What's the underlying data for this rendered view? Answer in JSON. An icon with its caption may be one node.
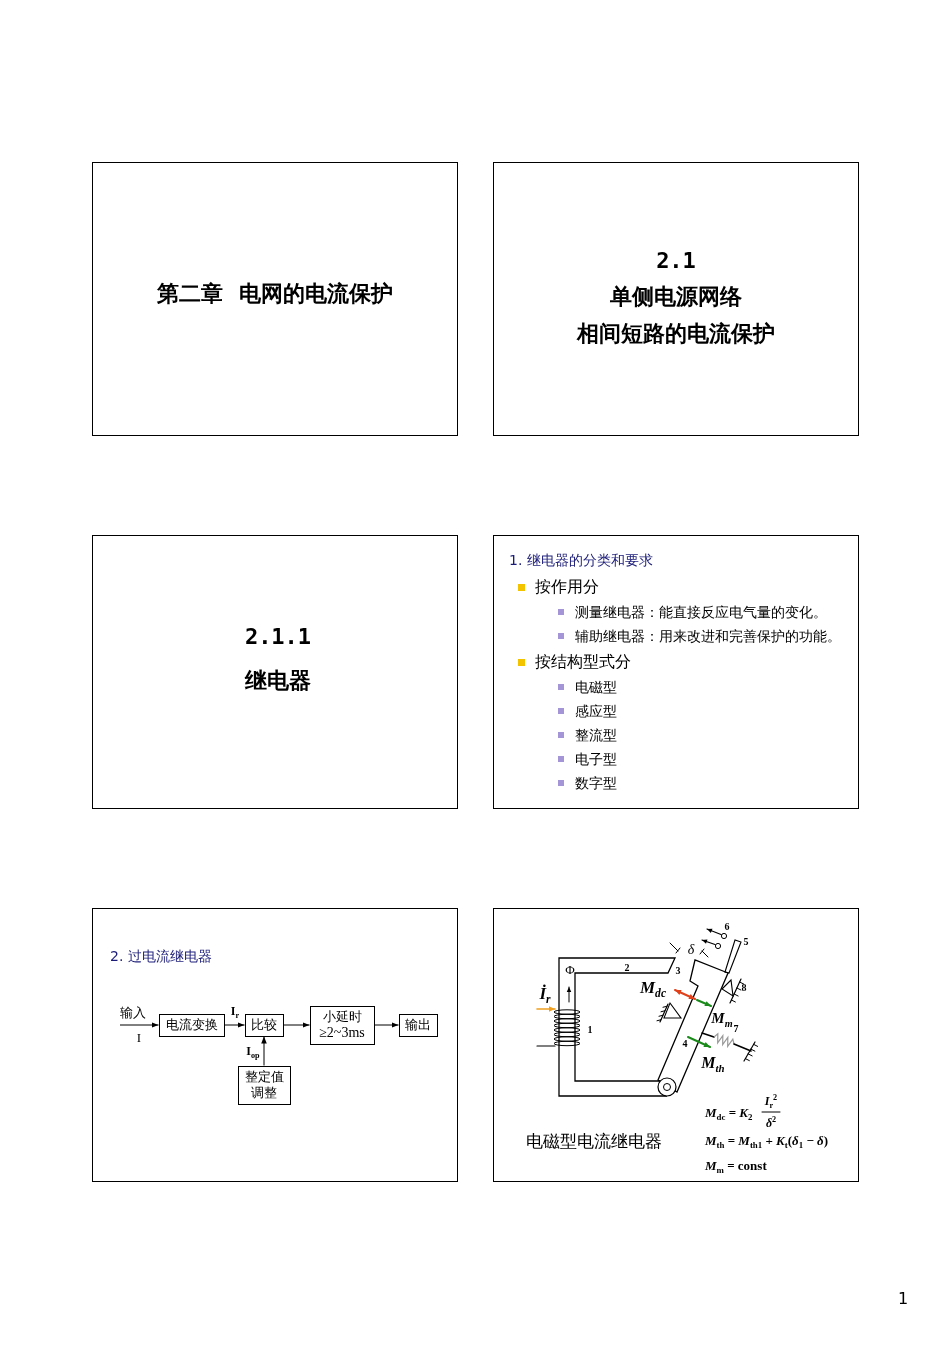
{
  "diagram": {
    "nodes": [
      {
        "text": [
          "第二章  电网的电流保护"
        ]
      },
      {
        "text": [
          "2.1",
          "单侧电源网络",
          "相间短路的电流保护"
        ]
      },
      {
        "text": [
          "2.1.1",
          "继电器"
        ]
      },
      {
        "text": [
          "1. 继电器的分类和要求",
          "按作用分",
          "测量继电器：能直接反应电气量的变化。",
          "辅助继电器：用来改进和完善保护的功能。",
          "按结构型式分",
          "电磁型",
          "感应型",
          "整流型",
          "电子型",
          "数字型"
        ]
      },
      {
        "text": [
          "2. 过电流继电器"
        ]
      },
      {
        "text": [
          "电流变换"
        ],
        "in": 4
      },
      {
        "text": [
          "比较"
        ],
        "in": 4
      },
      {
        "text": [
          "小延时",
          "≥2~3ms"
        ],
        "in": 4
      },
      {
        "text": [
          "输出"
        ],
        "in": 4
      },
      {
        "text": [
          "整定值调整"
        ],
        "in": 4
      },
      {
        "text": [
          "电磁型电流继电器"
        ]
      }
    ],
    "edges": [
      {
        "from": null,
        "to": 5,
        "arrow": "to",
        "label": "输入"
      },
      {
        "from": 5,
        "to": 6,
        "arrow": "to",
        "label": "I$_{r}$"
      },
      {
        "from": 6,
        "to": 7,
        "arrow": "to"
      },
      {
        "from": 7,
        "to": 8,
        "arrow": "to"
      },
      {
        "from": 9,
        "to": 6,
        "arrow": "to",
        "label": "I$_{op}$"
      }
    ],
    "labels": [
      "I",
      "6",
      "5",
      "δ",
      "Φ",
      "2",
      "3",
      "İ$_{r}$",
      "M$_{dc}$",
      "8",
      "1",
      "M$_{m}$",
      "7",
      "4",
      "M$_{th}$",
      "*M*$_{dc}$ = *K*$_{2}$",
      "*I*$_{r}$$^{2}$",
      "*δ*$^{2}$",
      "*M*$_{th}$ = *M*$_{th1}$ + *K*$_{t}$(*δ*$_{1}$ − *δ*)",
      "*M*$_{m}$ = const",
      "1"
    ]
  }
}
